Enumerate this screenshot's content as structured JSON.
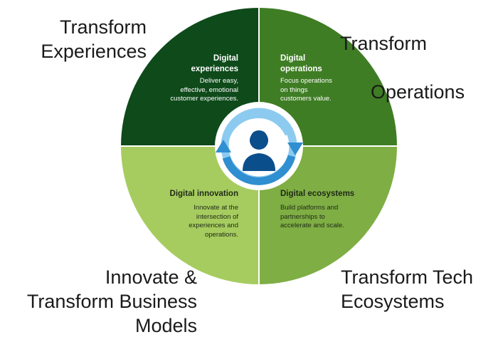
{
  "corners": {
    "top_left": "Transform\nExperiences",
    "top_right_line1": "Transform",
    "top_right_line2": "Operations",
    "bottom_left": "Innovate &\nTransform Business\nModels",
    "bottom_right": "Transform Tech\nEcosystems"
  },
  "quadrants": {
    "top_left": {
      "title": "Digital\nexperiences",
      "desc": "Deliver easy,\neffective, emotional\ncustomer experiences."
    },
    "top_right": {
      "title": "Digital\noperations",
      "desc": "Focus operations\non things\ncustomers value."
    },
    "bottom_left": {
      "title": "Digital innovation",
      "desc": "Innovate at the\nintersection of\nexperiences and\noperations."
    },
    "bottom_right": {
      "title": "Digital ecosystems",
      "desc": "Build platforms and\npartnerships to\naccelerate and scale."
    }
  },
  "colors": {
    "quadrant_top_left": "#0e4a1a",
    "quadrant_top_right": "#3f7d24",
    "quadrant_bottom_left": "#a6cc5f",
    "quadrant_bottom_right": "#7fae44",
    "divider": "#ffffff",
    "ring": "#2f8fd0",
    "ring_light": "#8ccbef",
    "person": "#0b4e8c"
  },
  "icons": {
    "center": "person-icon",
    "cycle": "circular-arrows-icon"
  }
}
